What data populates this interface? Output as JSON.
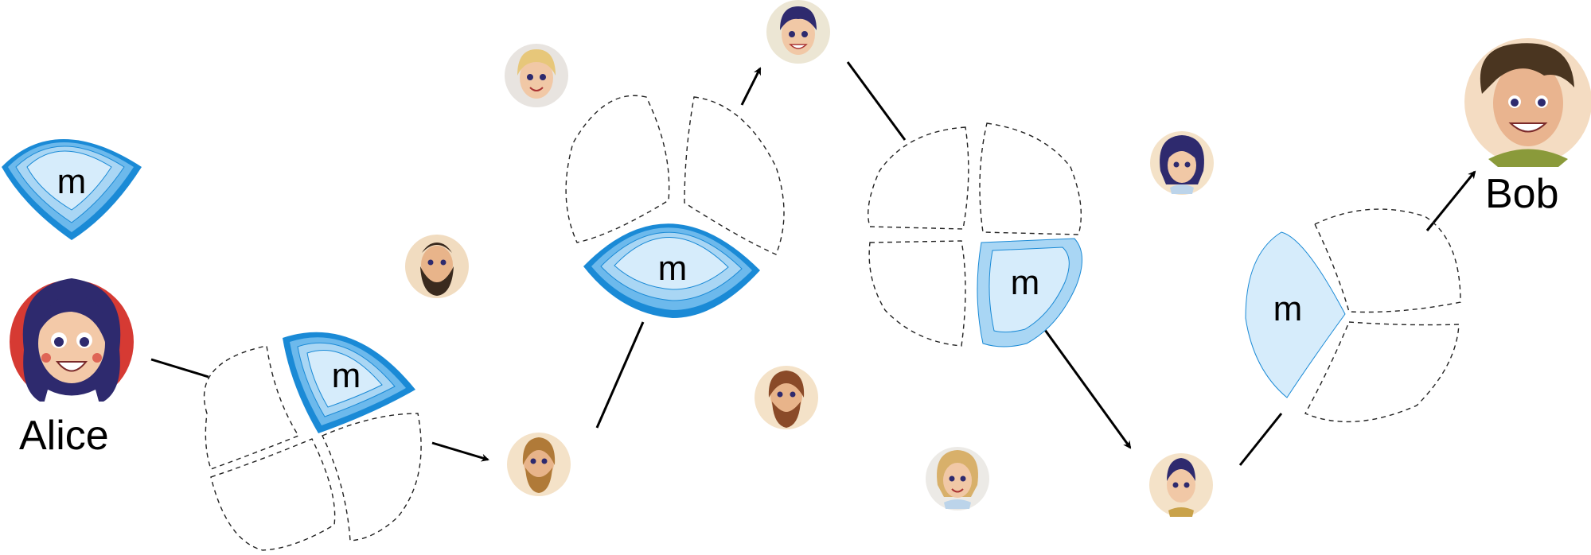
{
  "sender": {
    "name": "Alice"
  },
  "receiver": {
    "name": "Bob"
  },
  "message": {
    "label": "m"
  },
  "colors": {
    "wrap_outer": "#1a8ad6",
    "wrap_mid": "#6cb9ec",
    "wrap_inner": "#a9d6f4",
    "wrap_core": "#d6ecfb",
    "alice_bg": "#d63a33",
    "dashed": "#222222"
  },
  "icons": [
    "alice-avatar-icon",
    "bob-avatar-icon",
    "relay-avatar-icon",
    "bystander-avatar-icon",
    "arrow-icon"
  ]
}
